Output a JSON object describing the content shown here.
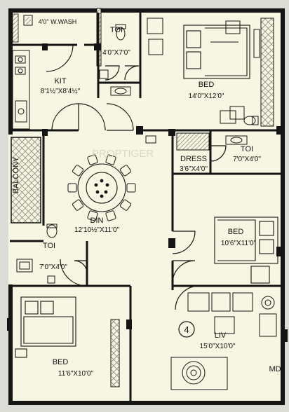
{
  "rooms": {
    "wash": {
      "name": "4'0\" W.WASH"
    },
    "toi1": {
      "name": "TOI",
      "dim": "4'0\"X7'0\""
    },
    "kit": {
      "name": "KIT",
      "dim": "8'1½\"X8'4½\""
    },
    "bed1": {
      "name": "BED",
      "dim": "14'0\"X12'0\""
    },
    "dress": {
      "name": "DRESS",
      "dim": "3'6\"X4'0\""
    },
    "toi2": {
      "name": "TOI",
      "dim": "7'0\"X4'0\""
    },
    "balcony": {
      "name": "BALCONY"
    },
    "din": {
      "name": "DIN",
      "dim": "12'10½\"X11'0\""
    },
    "bed2": {
      "name": "BED",
      "dim": "10'6\"X11'0\""
    },
    "toi3": {
      "name": "TOI",
      "dim": "7'0\"X4'0\""
    },
    "bed3": {
      "name": "BED",
      "dim": "11'6\"X10'0\""
    },
    "liv": {
      "name": "LIV",
      "dim": "15'0\"X10'0\""
    },
    "md": {
      "name": "MD"
    }
  },
  "marker": "4",
  "watermark": "PROPTIGER",
  "colors": {
    "wall": "#151515",
    "floor": "#f6f6e2",
    "hatch": "#9a9a8c",
    "outside": "#dcdcd6"
  }
}
